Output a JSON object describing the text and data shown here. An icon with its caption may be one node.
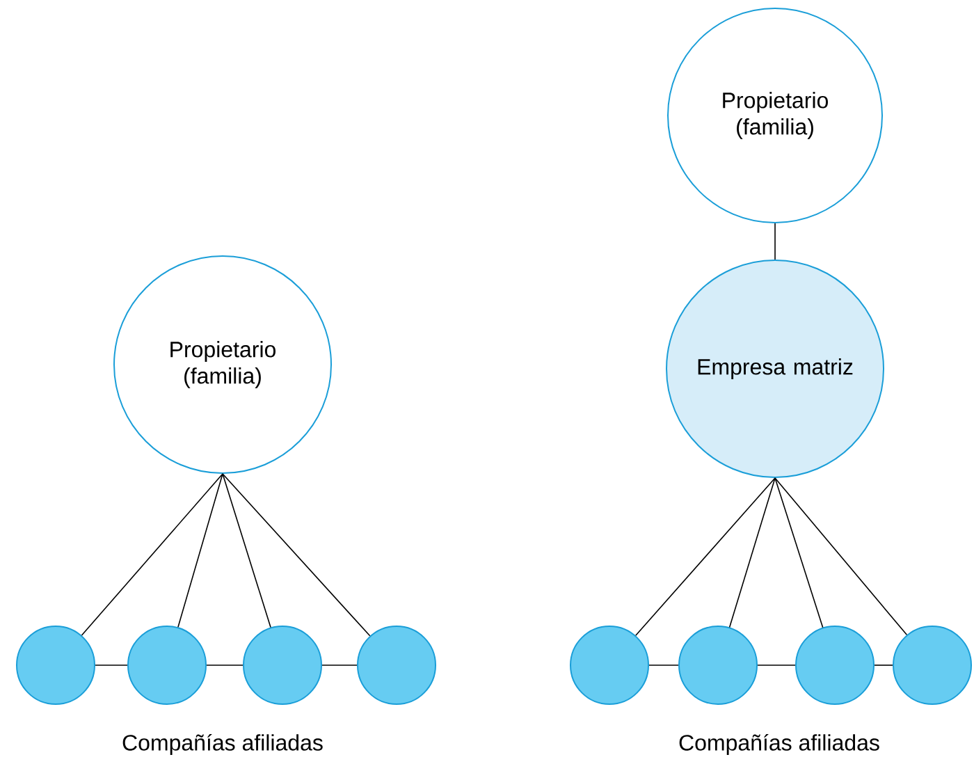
{
  "diagram": {
    "nodes": [
      {
        "text": [
          "Propietario (familia)"
        ]
      },
      {
        "text": [],
        "shape": "circle"
      },
      {
        "text": [],
        "shape": "circle"
      },
      {
        "text": [],
        "shape": "circle"
      },
      {
        "text": [],
        "shape": "circle"
      },
      {
        "text": [
          "Propietario (familia)"
        ]
      },
      {
        "text": [
          "Empresa matriz"
        ]
      },
      {
        "text": [],
        "shape": "circle"
      },
      {
        "text": [],
        "shape": "circle"
      },
      {
        "text": [],
        "shape": "circle"
      },
      {
        "text": [],
        "shape": "circle"
      }
    ],
    "edges": [
      {
        "from": 0,
        "to": 1,
        "arrow": "none"
      },
      {
        "from": 0,
        "to": 2,
        "arrow": "none"
      },
      {
        "from": 0,
        "to": 3,
        "arrow": "none"
      },
      {
        "from": 0,
        "to": 4,
        "arrow": "none"
      },
      {
        "from": 1,
        "to": 2,
        "arrow": "none"
      },
      {
        "from": 2,
        "to": 3,
        "arrow": "none"
      },
      {
        "from": 3,
        "to": 4,
        "arrow": "none"
      },
      {
        "from": 5,
        "to": 6,
        "arrow": "none"
      },
      {
        "from": 6,
        "to": 7,
        "arrow": "none"
      },
      {
        "from": 6,
        "to": 8,
        "arrow": "none"
      },
      {
        "from": 6,
        "to": 9,
        "arrow": "none"
      },
      {
        "from": 6,
        "to": 10,
        "arrow": "none"
      },
      {
        "from": 7,
        "to": 8,
        "arrow": "none"
      },
      {
        "from": 8,
        "to": 9,
        "arrow": "none"
      },
      {
        "from": 9,
        "to": 10,
        "arrow": "none"
      }
    ],
    "labels": [
      "Compañías afiliadas",
      "Compañías afiliadas"
    ]
  }
}
